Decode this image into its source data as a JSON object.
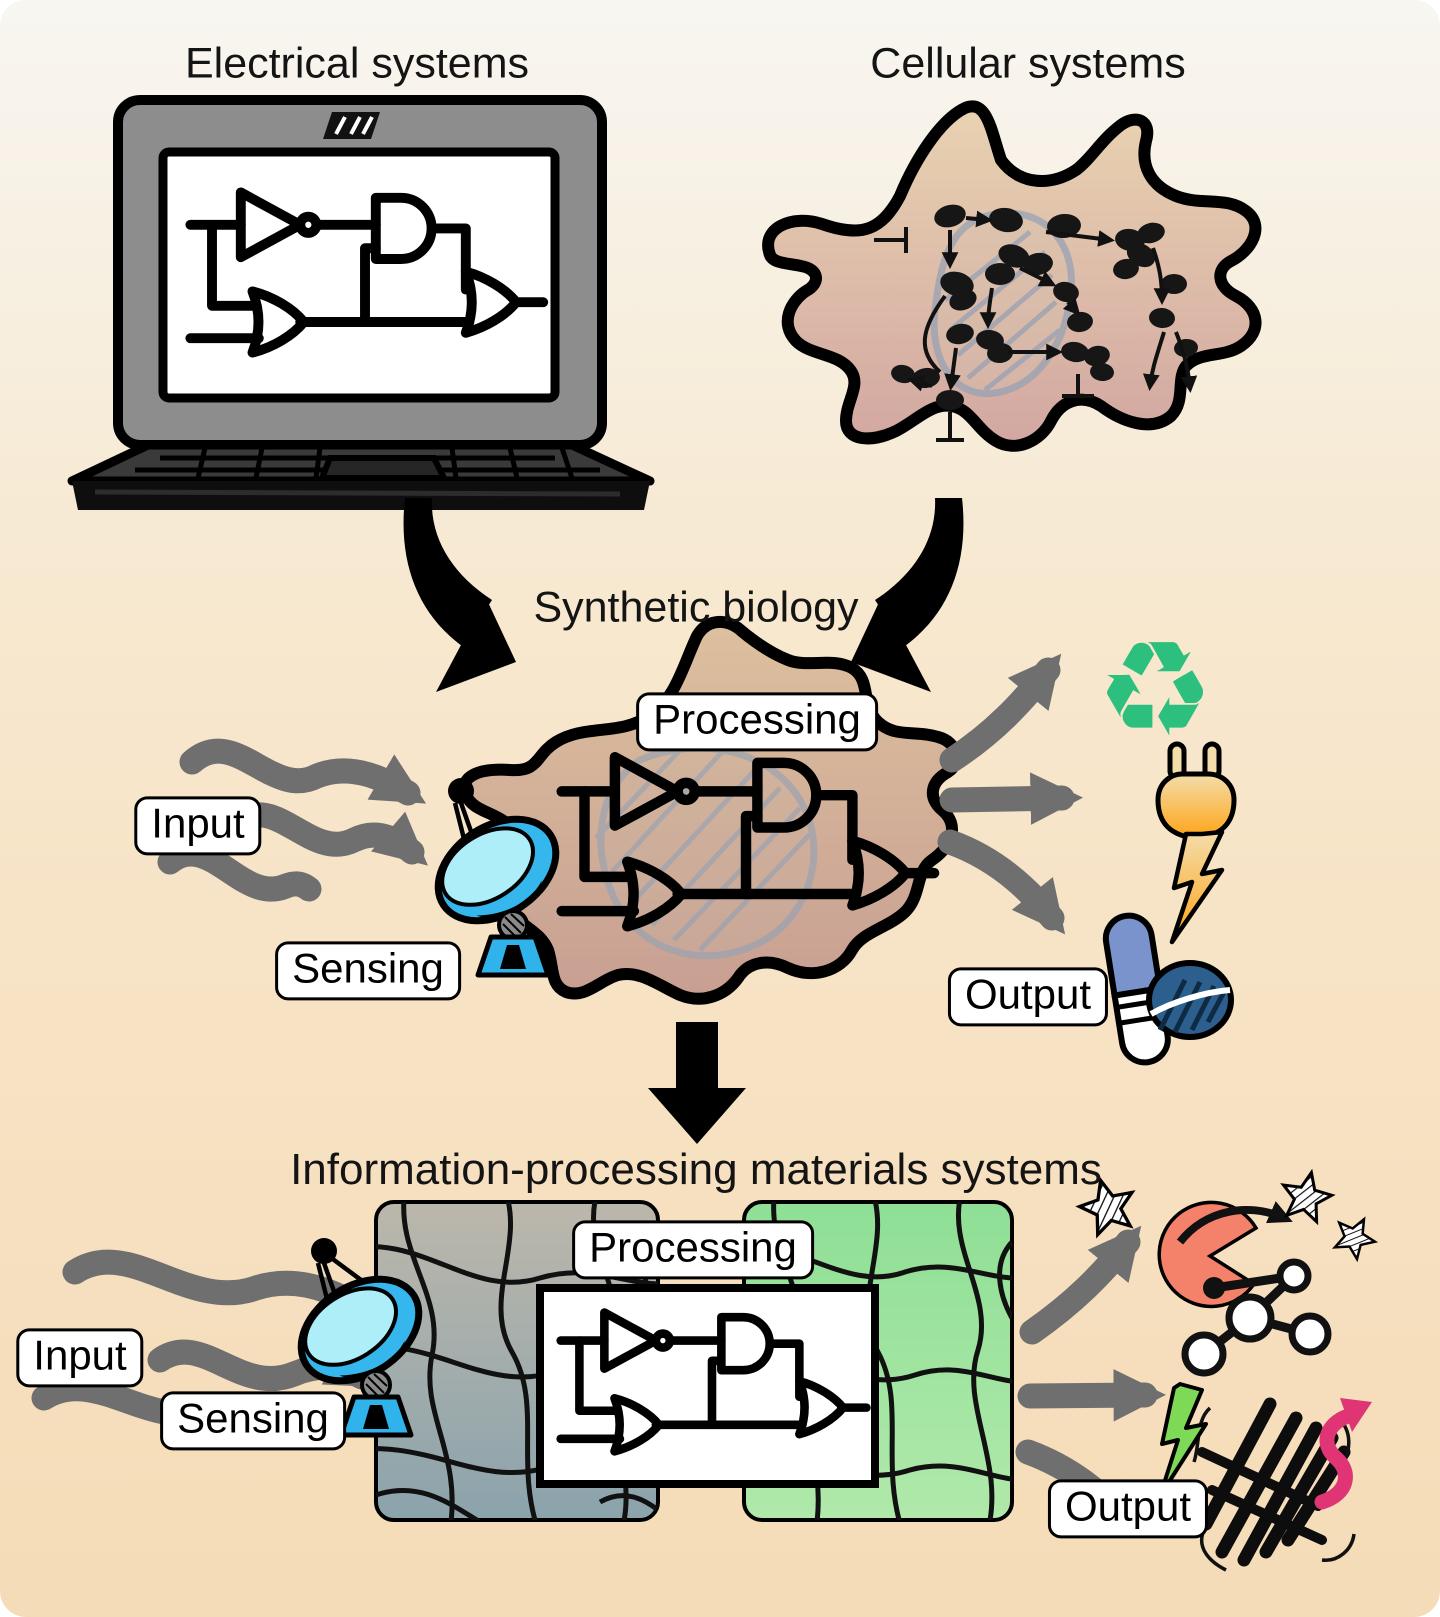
{
  "titles": {
    "electrical": "Electrical systems",
    "cellular": "Cellular systems",
    "synthetic_biology": "Synthetic biology",
    "materials": "Information-processing materials systems"
  },
  "middle_system": {
    "input_label": "Input",
    "sensing_label": "Sensing",
    "processing_label": "Processing",
    "output_label": "Output",
    "output_icons": [
      "recycling-symbol",
      "electric-plug-with-lightning",
      "pills-medicine"
    ]
  },
  "bottom_system": {
    "input_label": "Input",
    "sensing_label": "Sensing",
    "processing_label": "Processing",
    "output_label": "Output",
    "output_icons": [
      "enzyme-with-stars",
      "molecule",
      "protein-with-light-and-signal"
    ]
  },
  "icons": {
    "recycle_glyph": "♻",
    "laptop": "laptop-icon",
    "cell": "cell-icon",
    "satellite_dish": "satellite-dish-icon",
    "plug": "plug-icon",
    "pills": "pills-icon",
    "enzyme": "enzyme-icon",
    "molecule": "molecule-icon",
    "protein": "protein-icon",
    "down_arrow": "down-arrow-icon"
  },
  "colors": {
    "background_top": "#f8f6f1",
    "background_bottom": "#f5dcb8",
    "ink": "#000000",
    "arrow_gray": "#6f6f6f",
    "cell_top": "#e9d2b1",
    "cell_bottom": "#d2a7a1",
    "dish_light": "#aeeef8",
    "dish_blue": "#35b6ec",
    "recycle_green": "#2dbf7e",
    "plug_body_top": "#f3ddab",
    "plug_body_bottom": "#ffa416",
    "capsule_blue": "#7b93cc",
    "pill_navy": "#2d5f8e",
    "enzyme_orange": "#f4826a",
    "lightning_green": "#7ed957",
    "arrow_magenta": "#e03575",
    "panel_gray_top": "#bcb7ab",
    "panel_gray_bottom": "#8ba3ac",
    "panel_green_top": "#8fdf96",
    "panel_green_bottom": "#b6ecae",
    "laptop_gray": "#8d8d8d",
    "screen_white": "#ffffff"
  }
}
